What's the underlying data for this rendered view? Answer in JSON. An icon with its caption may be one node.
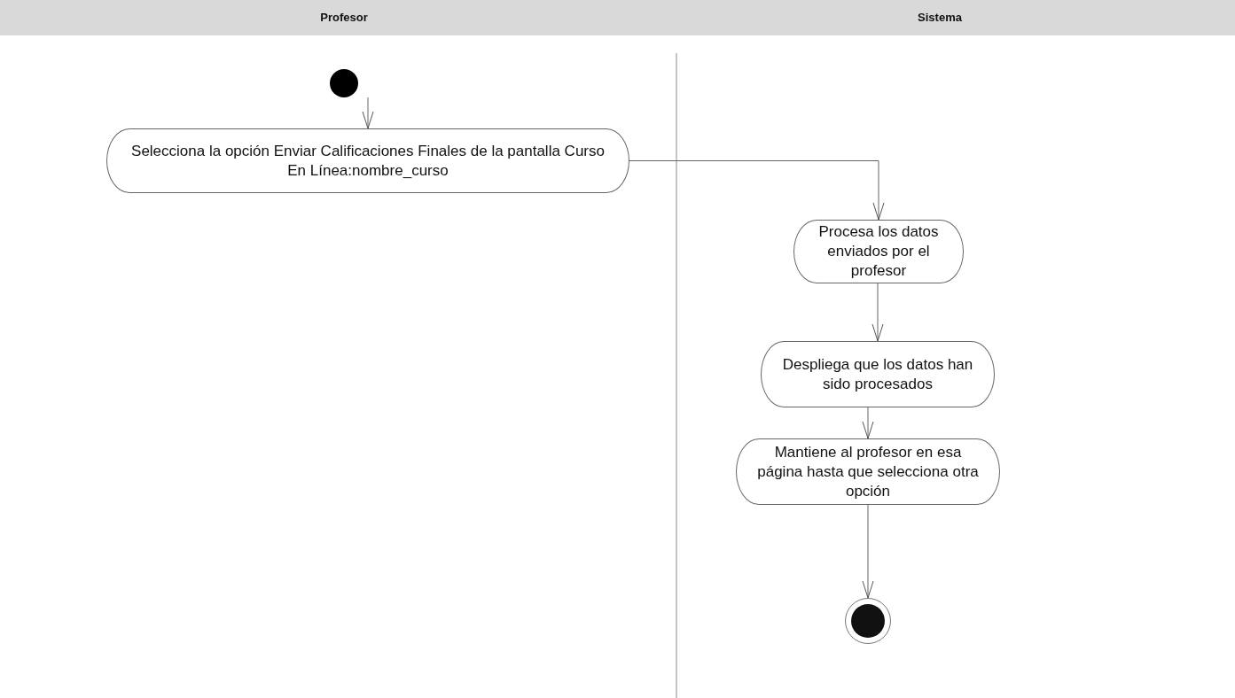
{
  "diagram": {
    "nodes": [
      {
        "text": [],
        "shape": "circle"
      },
      {
        "text": [
          "Selecciona la opción Enviar Calificaciones Finales de la pantalla Curso En Línea:nombre_curso"
        ]
      },
      {
        "text": [
          "Procesa los datos enviados por el profesor"
        ]
      },
      {
        "text": [
          "Despliega que los datos han sido procesados"
        ]
      },
      {
        "text": [
          "Mantiene al profesor en esa página hasta que selecciona otra opción"
        ]
      },
      {
        "text": [],
        "shape": "bullseye"
      }
    ],
    "edges": [
      {
        "from": 0,
        "to": 1,
        "arrow": "to"
      },
      {
        "from": 1,
        "to": 2,
        "arrow": "to"
      },
      {
        "from": 2,
        "to": 3,
        "arrow": "to"
      },
      {
        "from": 3,
        "to": 4,
        "arrow": "to"
      },
      {
        "from": 4,
        "to": 5,
        "arrow": "to"
      }
    ],
    "labels": [
      "Profesor",
      "Sistema"
    ]
  }
}
